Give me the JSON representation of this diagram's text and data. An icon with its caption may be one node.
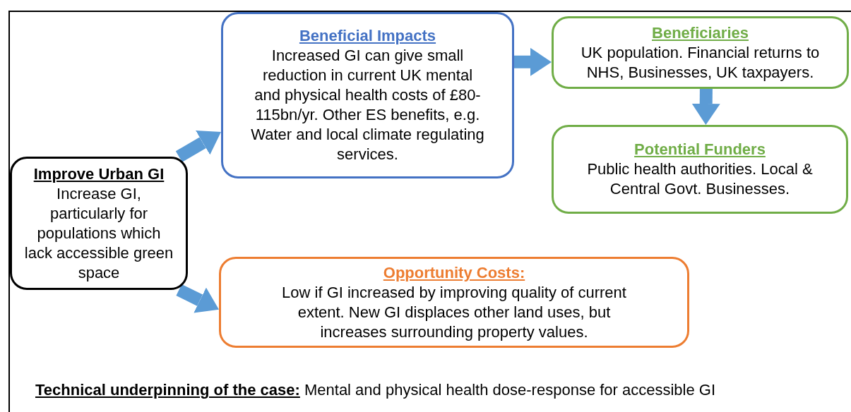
{
  "diagram": {
    "nodes": [
      {
        "text": [
          "Improve Urban GI",
          "Increase GI, particularly for populations which lack accessible green space"
        ]
      },
      {
        "text": [
          "Beneficial Impacts",
          "Increased GI can give small reduction in current UK mental and physical health costs of £80-115bn/yr. Other ES benefits, e.g. Water and local climate regulating services."
        ]
      },
      {
        "text": [
          "Beneficiaries",
          "UK population. Financial returns to NHS, Businesses, UK taxpayers."
        ]
      },
      {
        "text": [
          "Potential Funders",
          "Public health authorities. Local & Central Govt. Businesses."
        ]
      },
      {
        "text": [
          "Opportunity Costs:",
          "Low if GI increased by improving quality of current extent. New GI displaces other land uses, but increases surrounding property values."
        ]
      }
    ],
    "edges": [
      {
        "from": 0,
        "to": 1,
        "arrow": "to"
      },
      {
        "from": 1,
        "to": 2,
        "arrow": "to"
      },
      {
        "from": 2,
        "to": 3,
        "arrow": "to"
      },
      {
        "from": 0,
        "to": 4,
        "arrow": "to"
      }
    ],
    "labels": [
      "**Technical underpinning of the case:** Mental and physical health dose-response for accessible GI"
    ]
  }
}
